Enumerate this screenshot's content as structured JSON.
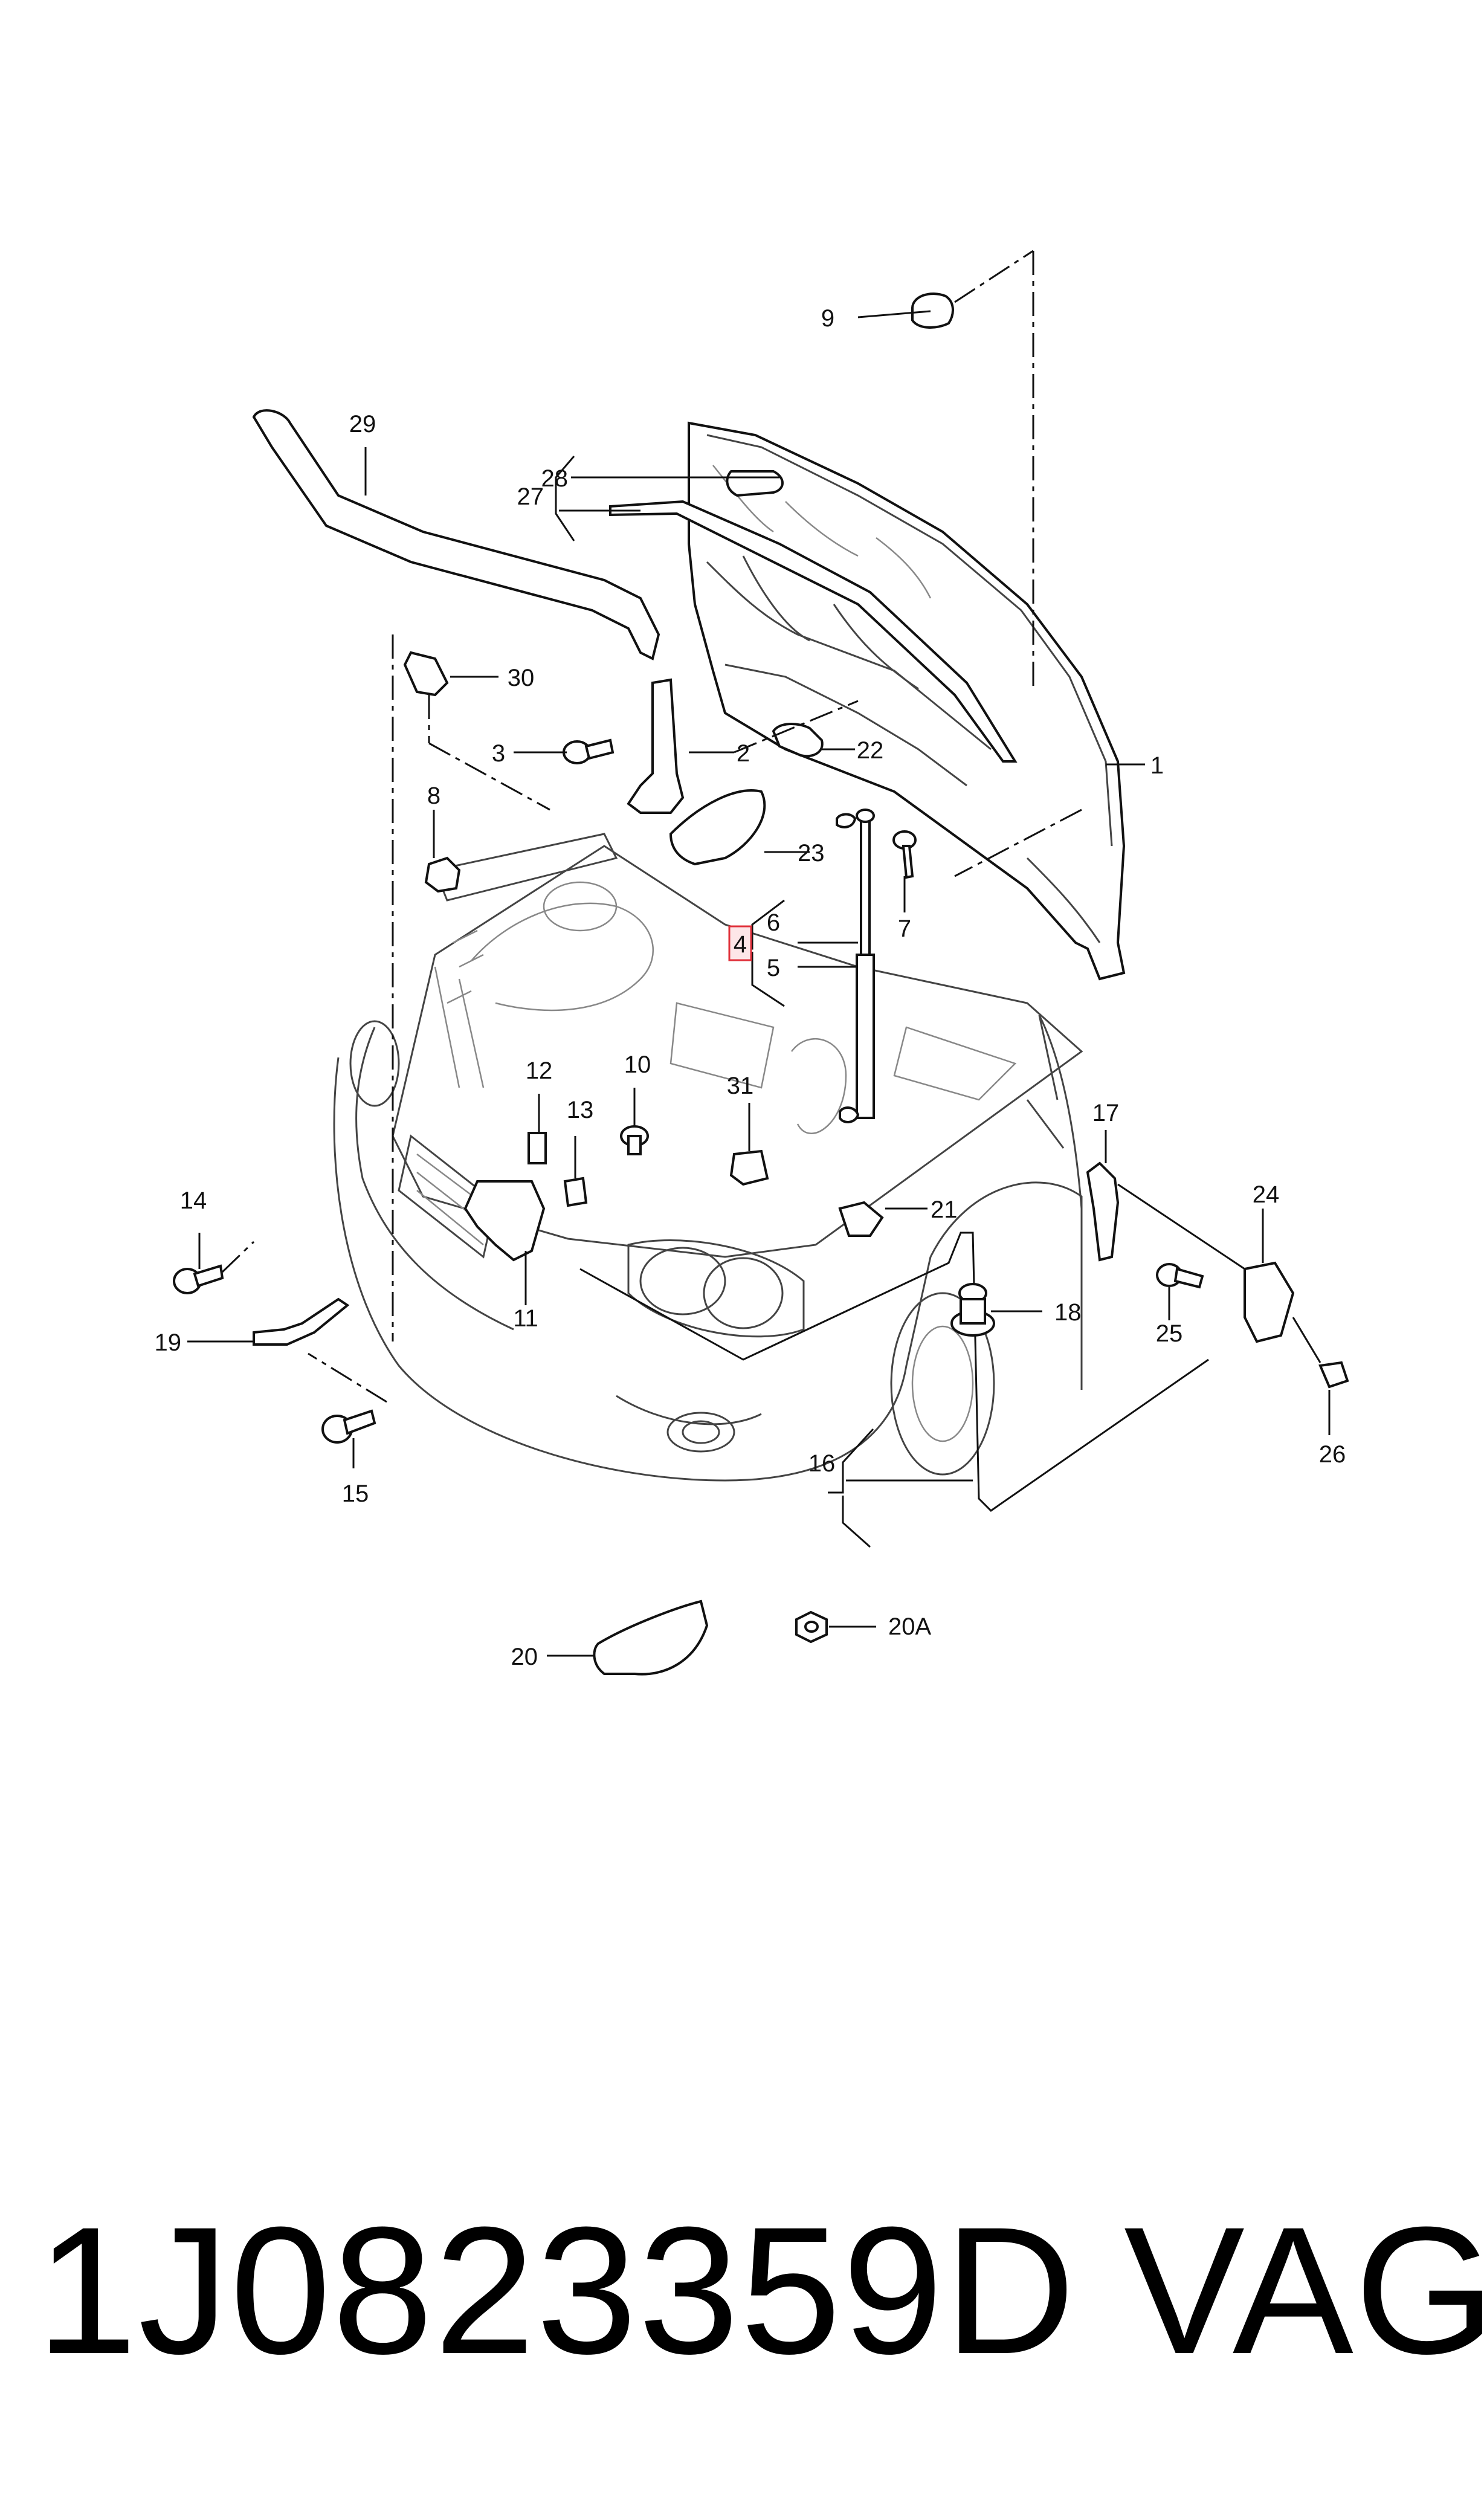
{
  "callouts": {
    "c1": "1",
    "c2": "2",
    "c3": "3",
    "c4": "4",
    "c5": "5",
    "c6": "6",
    "c7": "7",
    "c8": "8",
    "c9": "9",
    "c10": "10",
    "c11": "11",
    "c12": "12",
    "c13": "13",
    "c14": "14",
    "c15": "15",
    "c16": "16",
    "c17": "17",
    "c18": "18",
    "c19": "19",
    "c20": "20",
    "c20A": "20A",
    "c21": "21",
    "c22": "22",
    "c23": "23",
    "c24": "24",
    "c25": "25",
    "c26": "26",
    "c27": "27",
    "c28": "28",
    "c29": "29",
    "c30": "30",
    "c31": "31"
  },
  "highlighted_callout": "4",
  "highlight_color": "#e0303a",
  "footer": {
    "part_number": "1J0823359D",
    "brand": "VAG"
  }
}
